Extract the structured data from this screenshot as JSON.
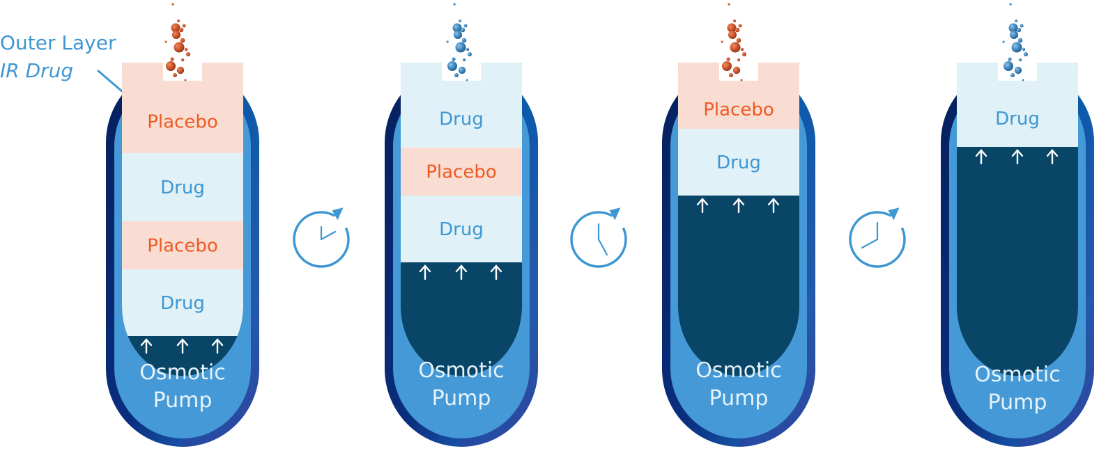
{
  "callout": {
    "line1": "Outer Layer",
    "line2": "IR Drug"
  },
  "colors": {
    "shell_dark": "#0a2a6e",
    "shell_light": "#4599d6",
    "drug_fill": "#e0f1f8",
    "placebo_fill": "#f9ddd2",
    "pump_fill": "#084566",
    "drug_text": "#3f97d2",
    "placebo_text": "#ee5a24",
    "bubble_orange": "#c8502a",
    "bubble_blue": "#3b82b8",
    "clock": "#3f97d2"
  },
  "capsules": [
    {
      "id": "capsule-1",
      "bubbles": "orange",
      "layers": [
        {
          "type": "placebo",
          "label": "Placebo"
        },
        {
          "type": "drug",
          "label": "Drug"
        },
        {
          "type": "placebo",
          "label": "Placebo"
        },
        {
          "type": "drug",
          "label": "Drug"
        }
      ],
      "pump": {
        "line1": "Osmotic",
        "line2": "Pump"
      }
    },
    {
      "id": "capsule-2",
      "bubbles": "blue",
      "layers": [
        {
          "type": "drug",
          "label": "Drug"
        },
        {
          "type": "placebo",
          "label": "Placebo"
        },
        {
          "type": "drug",
          "label": "Drug"
        }
      ],
      "pump": {
        "line1": "Osmotic",
        "line2": "Pump"
      }
    },
    {
      "id": "capsule-3",
      "bubbles": "orange",
      "layers": [
        {
          "type": "placebo",
          "label": "Placebo"
        },
        {
          "type": "drug",
          "label": "Drug"
        }
      ],
      "pump": {
        "line1": "Osmotic",
        "line2": "Pump"
      }
    },
    {
      "id": "capsule-4",
      "bubbles": "blue",
      "layers": [
        {
          "type": "drug",
          "label": "Drug"
        }
      ],
      "pump": {
        "line1": "Osmotic",
        "line2": "Pump"
      }
    }
  ],
  "timers": [
    {
      "icon": "clock-refresh-icon"
    },
    {
      "icon": "clock-refresh-icon"
    },
    {
      "icon": "clock-refresh-icon"
    }
  ]
}
